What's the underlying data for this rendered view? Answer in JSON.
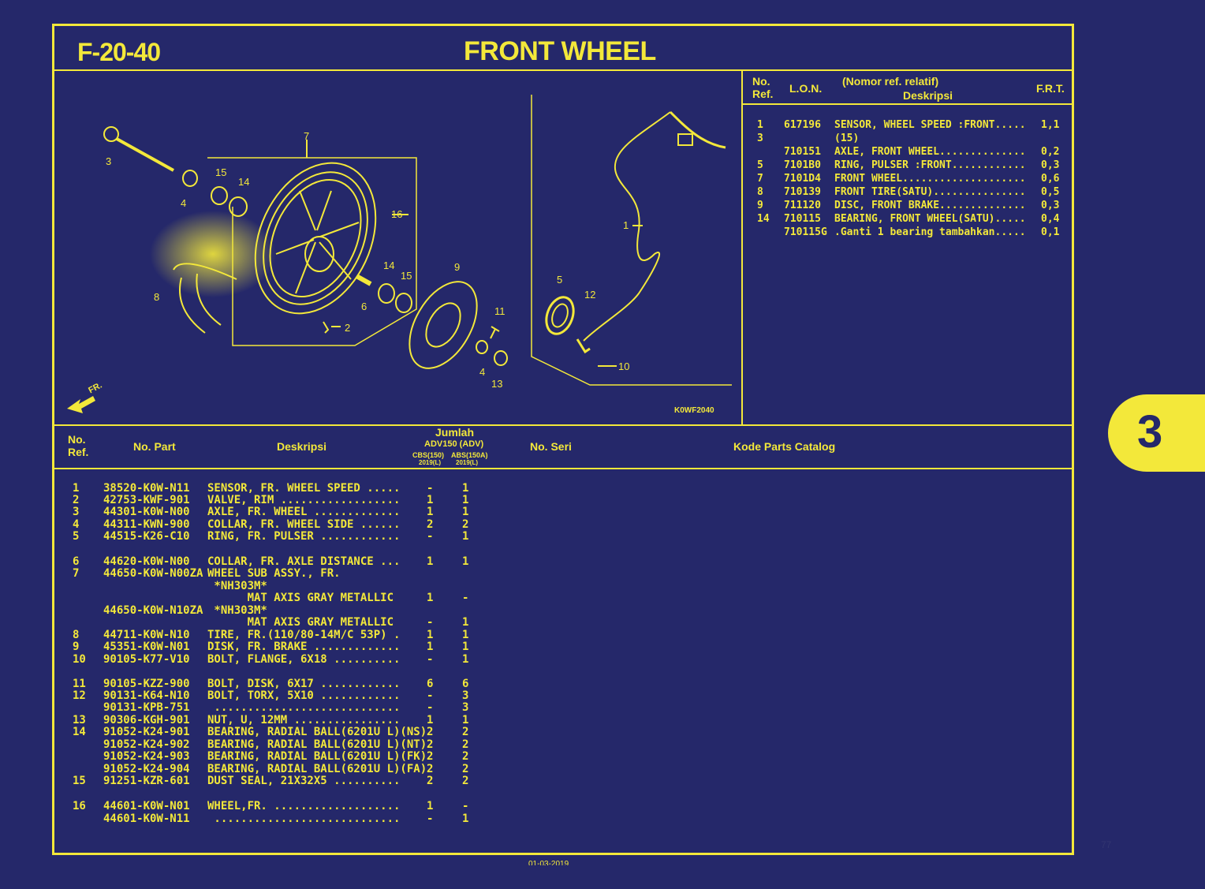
{
  "header": {
    "code": "F-20-40",
    "title": "FRONT WHEEL"
  },
  "ref_header": {
    "no_ref": [
      "No.",
      "Ref."
    ],
    "lon": "L.O.N.",
    "nomor_ref": "(Nomor ref. relatif)",
    "deskripsi": "Deskripsi",
    "frt": "F.R.T."
  },
  "ref_rows": [
    {
      "no": "1",
      "lon": "617196",
      "desc": "SENSOR, WHEEL SPEED :FRONT.....",
      "frt": "1,1"
    },
    {
      "no": "3",
      "lon": "",
      "desc": "(15)",
      "frt": ""
    },
    {
      "no": "",
      "lon": "710151",
      "desc": "AXLE, FRONT WHEEL..............",
      "frt": "0,2"
    },
    {
      "no": "5",
      "lon": "7101B0",
      "desc": "RING, PULSER :FRONT............",
      "frt": "0,3"
    },
    {
      "no": "7",
      "lon": "7101D4",
      "desc": "FRONT WHEEL....................",
      "frt": "0,6"
    },
    {
      "no": "8",
      "lon": "710139",
      "desc": "FRONT TIRE(SATU)...............",
      "frt": "0,5"
    },
    {
      "no": "9",
      "lon": "711120",
      "desc": "DISC, FRONT BRAKE..............",
      "frt": "0,3"
    },
    {
      "no": "14",
      "lon": "710115",
      "desc": "BEARING, FRONT WHEEL(SATU).....",
      "frt": "0,4"
    },
    {
      "no": "",
      "lon": "710115G",
      "desc": ".Ganti 1 bearing tambahkan.....",
      "frt": "0,1"
    }
  ],
  "diagram": {
    "labels": [
      "1",
      "2",
      "3",
      "4",
      "4",
      "5",
      "6",
      "7",
      "8",
      "9",
      "10",
      "11",
      "12",
      "13",
      "14",
      "14",
      "15",
      "15",
      "16"
    ],
    "fr_label": "FR.",
    "ref_code": "K0WF2040"
  },
  "parts_header": {
    "no_ref": [
      "No.",
      "Ref."
    ],
    "no_part": "No. Part",
    "deskripsi": "Deskripsi",
    "jumlah": "Jumlah",
    "model": "ADV150 (ADV)",
    "col_a": "CBS(150)",
    "col_b": "ABS(150A)",
    "year_a": "2019(L)",
    "year_b": "2019(L)",
    "no_seri": "No. Seri",
    "kode": "Kode Parts Catalog"
  },
  "parts_rows": [
    {
      "no": "1",
      "part": "38520-K0W-N11",
      "desc": "SENSOR, FR. WHEEL SPEED .....",
      "a": "-",
      "b": "1"
    },
    {
      "no": "2",
      "part": "42753-KWF-901",
      "desc": "VALVE, RIM ..................",
      "a": "1",
      "b": "1"
    },
    {
      "no": "3",
      "part": "44301-K0W-N00",
      "desc": "AXLE, FR. WHEEL .............",
      "a": "1",
      "b": "1"
    },
    {
      "no": "4",
      "part": "44311-KWN-900",
      "desc": "COLLAR, FR. WHEEL SIDE ......",
      "a": "2",
      "b": "2"
    },
    {
      "no": "5",
      "part": "44515-K26-C10",
      "desc": "RING, FR. PULSER ............",
      "a": "-",
      "b": "1"
    },
    {
      "no": "6",
      "part": "44620-K0W-N00",
      "desc": "COLLAR, FR. AXLE DISTANCE ...",
      "a": "1",
      "b": "1"
    },
    {
      "no": "7",
      "part": "44650-K0W-N00ZA",
      "desc": "WHEEL SUB ASSY., FR.",
      "a": "",
      "b": ""
    },
    {
      "no": "",
      "part": "",
      "desc": " *NH303M*",
      "a": "",
      "b": ""
    },
    {
      "no": "",
      "part": "",
      "desc": "      MAT AXIS GRAY METALLIC",
      "a": "1",
      "b": "-"
    },
    {
      "no": "",
      "part": "44650-K0W-N10ZA",
      "desc": " *NH303M*",
      "a": "",
      "b": ""
    },
    {
      "no": "",
      "part": "",
      "desc": "      MAT AXIS GRAY METALLIC",
      "a": "-",
      "b": "1"
    },
    {
      "no": "8",
      "part": "44711-K0W-N10",
      "desc": "TIRE, FR.(110/80-14M/C 53P) .",
      "a": "1",
      "b": "1"
    },
    {
      "no": "9",
      "part": "45351-K0W-N01",
      "desc": "DISK, FR. BRAKE .............",
      "a": "1",
      "b": "1"
    },
    {
      "no": "10",
      "part": "90105-K77-V10",
      "desc": "BOLT, FLANGE, 6X18 ..........",
      "a": "-",
      "b": "1"
    },
    {
      "no": "11",
      "part": "90105-KZZ-900",
      "desc": "BOLT, DISK, 6X17 ............",
      "a": "6",
      "b": "6"
    },
    {
      "no": "12",
      "part": "90131-K64-N10",
      "desc": "BOLT, TORX, 5X10 ............",
      "a": "-",
      "b": "3"
    },
    {
      "no": "",
      "part": "90131-KPB-751",
      "desc": " ............................",
      "a": "-",
      "b": "3"
    },
    {
      "no": "13",
      "part": "90306-KGH-901",
      "desc": "NUT, U, 12MM ................",
      "a": "1",
      "b": "1"
    },
    {
      "no": "14",
      "part": "91052-K24-901",
      "desc": "BEARING, RADIAL BALL(6201U L)(NS)",
      "a": "2",
      "b": "2"
    },
    {
      "no": "",
      "part": "91052-K24-902",
      "desc": "BEARING, RADIAL BALL(6201U L)(NT)",
      "a": "2",
      "b": "2"
    },
    {
      "no": "",
      "part": "91052-K24-903",
      "desc": "BEARING, RADIAL BALL(6201U L)(FK)",
      "a": "2",
      "b": "2"
    },
    {
      "no": "",
      "part": "91052-K24-904",
      "desc": "BEARING, RADIAL BALL(6201U L)(FA)",
      "a": "2",
      "b": "2"
    },
    {
      "no": "15",
      "part": "91251-KZR-601",
      "desc": "DUST SEAL, 21X32X5 ..........",
      "a": "2",
      "b": "2"
    },
    {
      "no": "16",
      "part": "44601-K0W-N01",
      "desc": "WHEEL,FR. ...................",
      "a": "1",
      "b": "-"
    },
    {
      "no": "",
      "part": "44601-K0W-N11",
      "desc": " ............................",
      "a": "-",
      "b": "1"
    }
  ],
  "side_tab": "3",
  "page_number": "77",
  "footer_date": "01-03-2019"
}
